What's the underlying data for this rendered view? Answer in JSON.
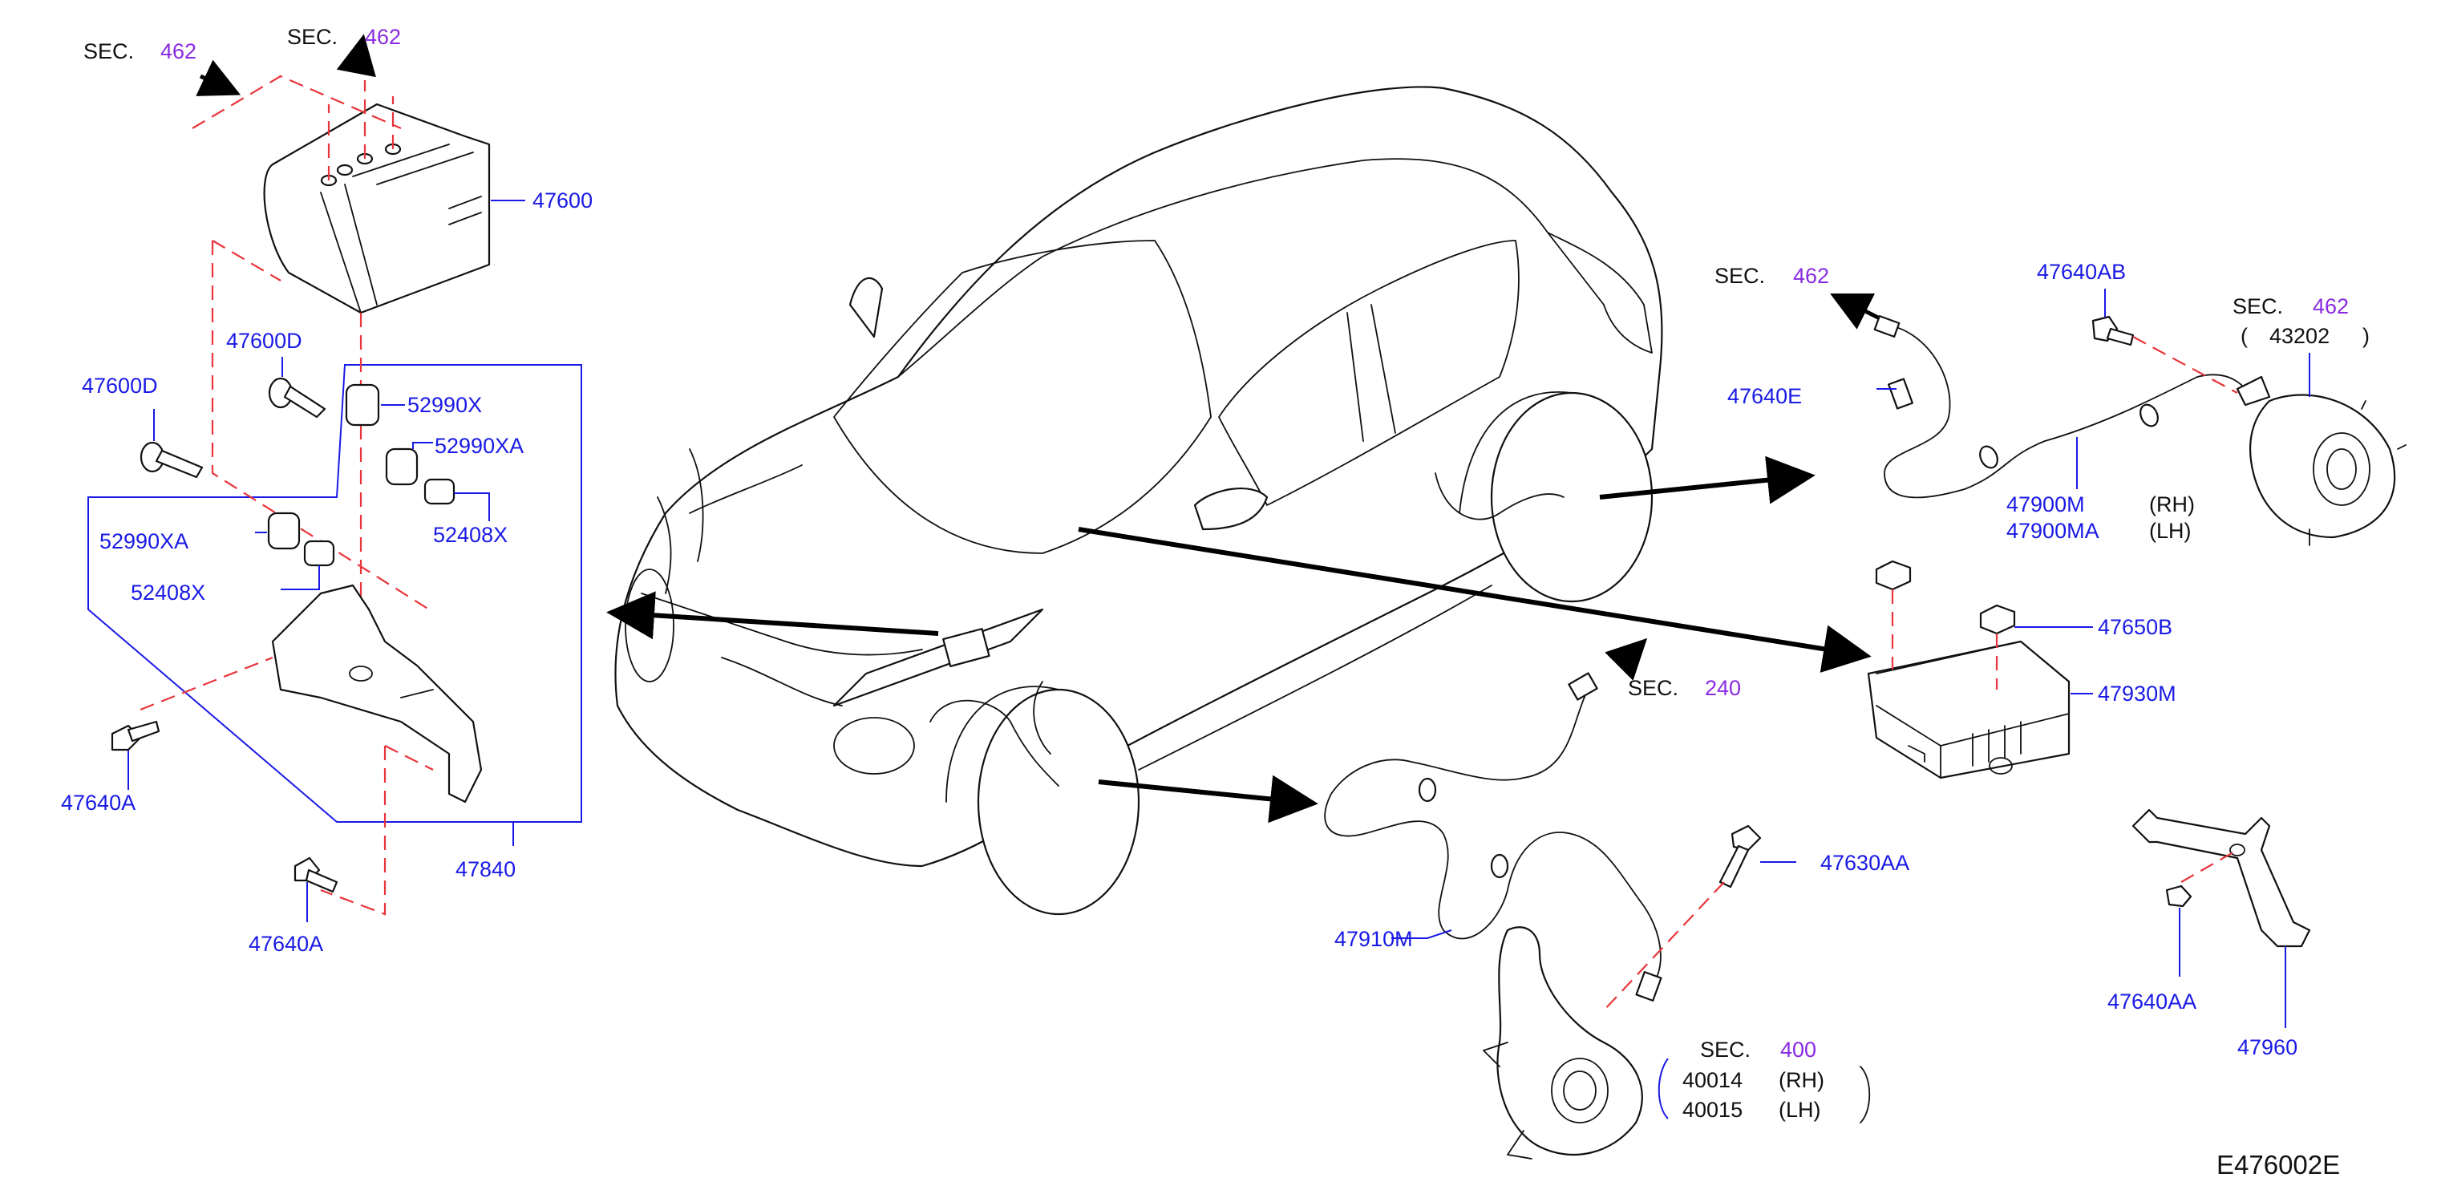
{
  "sections": {
    "sec_label": "SEC.",
    "sec_462_a": "462",
    "sec_462_b": "462",
    "sec_462_c": "462",
    "sec_462_d": "462",
    "sec_240": "240",
    "sec_400": "400"
  },
  "parts": {
    "p47600": "47600",
    "p47600D_a": "47600D",
    "p47600D_b": "47600D",
    "p52990X": "52990X",
    "p52990XA_a": "52990XA",
    "p52990XA_b": "52990XA",
    "p52408X_a": "52408X",
    "p52408X_b": "52408X",
    "p47640A_a": "47640A",
    "p47640A_b": "47640A",
    "p47840": "47840",
    "p47640E": "47640E",
    "p47640AB": "47640AB",
    "p43202": "43202",
    "p47900M": "47900M",
    "p47900MA": "47900MA",
    "p47650B": "47650B",
    "p47930M": "47930M",
    "p47630AA": "47630AA",
    "p47910M": "47910M",
    "p40014": "40014",
    "p40015": "40015",
    "p47640AA": "47640AA",
    "p47960": "47960"
  },
  "sides": {
    "rh_a": "(RH)",
    "lh_a": "(LH)",
    "rh_b": "(RH)",
    "lh_b": "(LH)"
  },
  "brackets": {
    "open_a": "(",
    "close_a": ")"
  },
  "diagram_code": "E476002E",
  "colors": {
    "part_number": "#1a1ae6",
    "section_number": "#8a2be2",
    "dashed_guide": "#e8343a"
  }
}
